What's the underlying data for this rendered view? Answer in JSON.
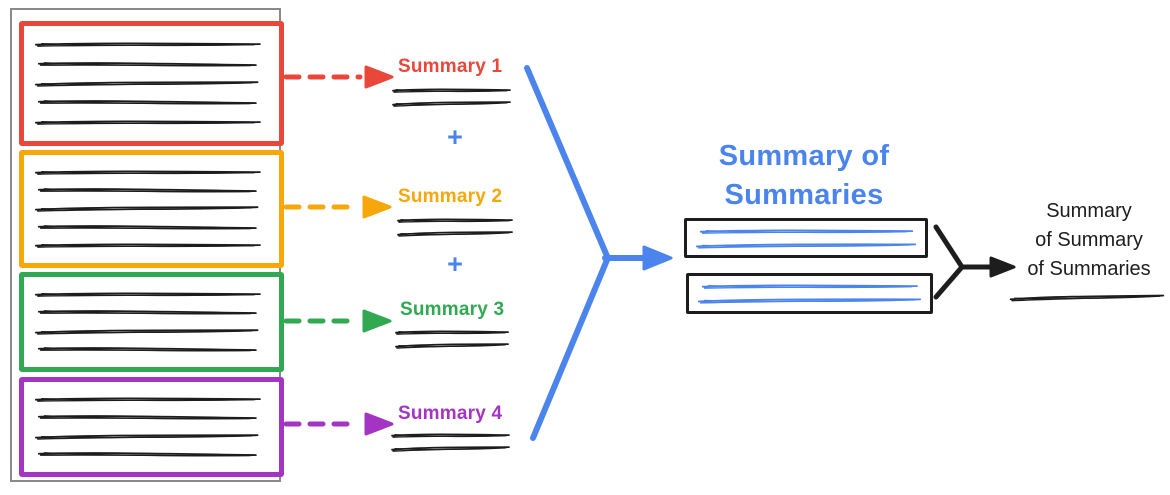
{
  "colors": {
    "red": "#e8473a",
    "yellow": "#f7a70a",
    "green": "#31a852",
    "purple": "#a335c2",
    "blue": "#4a84ec",
    "ink": "#1d1d1d",
    "frame_gray": "#8a8a8a"
  },
  "documents": [
    {
      "name": "document-1",
      "border_color": "#e8473a",
      "scribble_lines": 5
    },
    {
      "name": "document-2",
      "border_color": "#f7a70a",
      "scribble_lines": 5
    },
    {
      "name": "document-3",
      "border_color": "#31a852",
      "scribble_lines": 4
    },
    {
      "name": "document-4",
      "border_color": "#a335c2",
      "scribble_lines": 4
    }
  ],
  "summaries": [
    {
      "label": "Summary 1",
      "color": "#e8473a"
    },
    {
      "label": "Summary 2",
      "color": "#f7a70a"
    },
    {
      "label": "Summary 3",
      "color": "#31a852"
    },
    {
      "label": "Summary 4",
      "color": "#a335c2"
    }
  ],
  "operators": {
    "plus": "+"
  },
  "merged": {
    "title_line1": "Summary of",
    "title_line2": "Summaries",
    "color": "#4a84ec",
    "box_count": 2
  },
  "final": {
    "lines": [
      "Summary",
      "of Summary",
      "of Summaries"
    ],
    "color": "#1d1d1d"
  }
}
